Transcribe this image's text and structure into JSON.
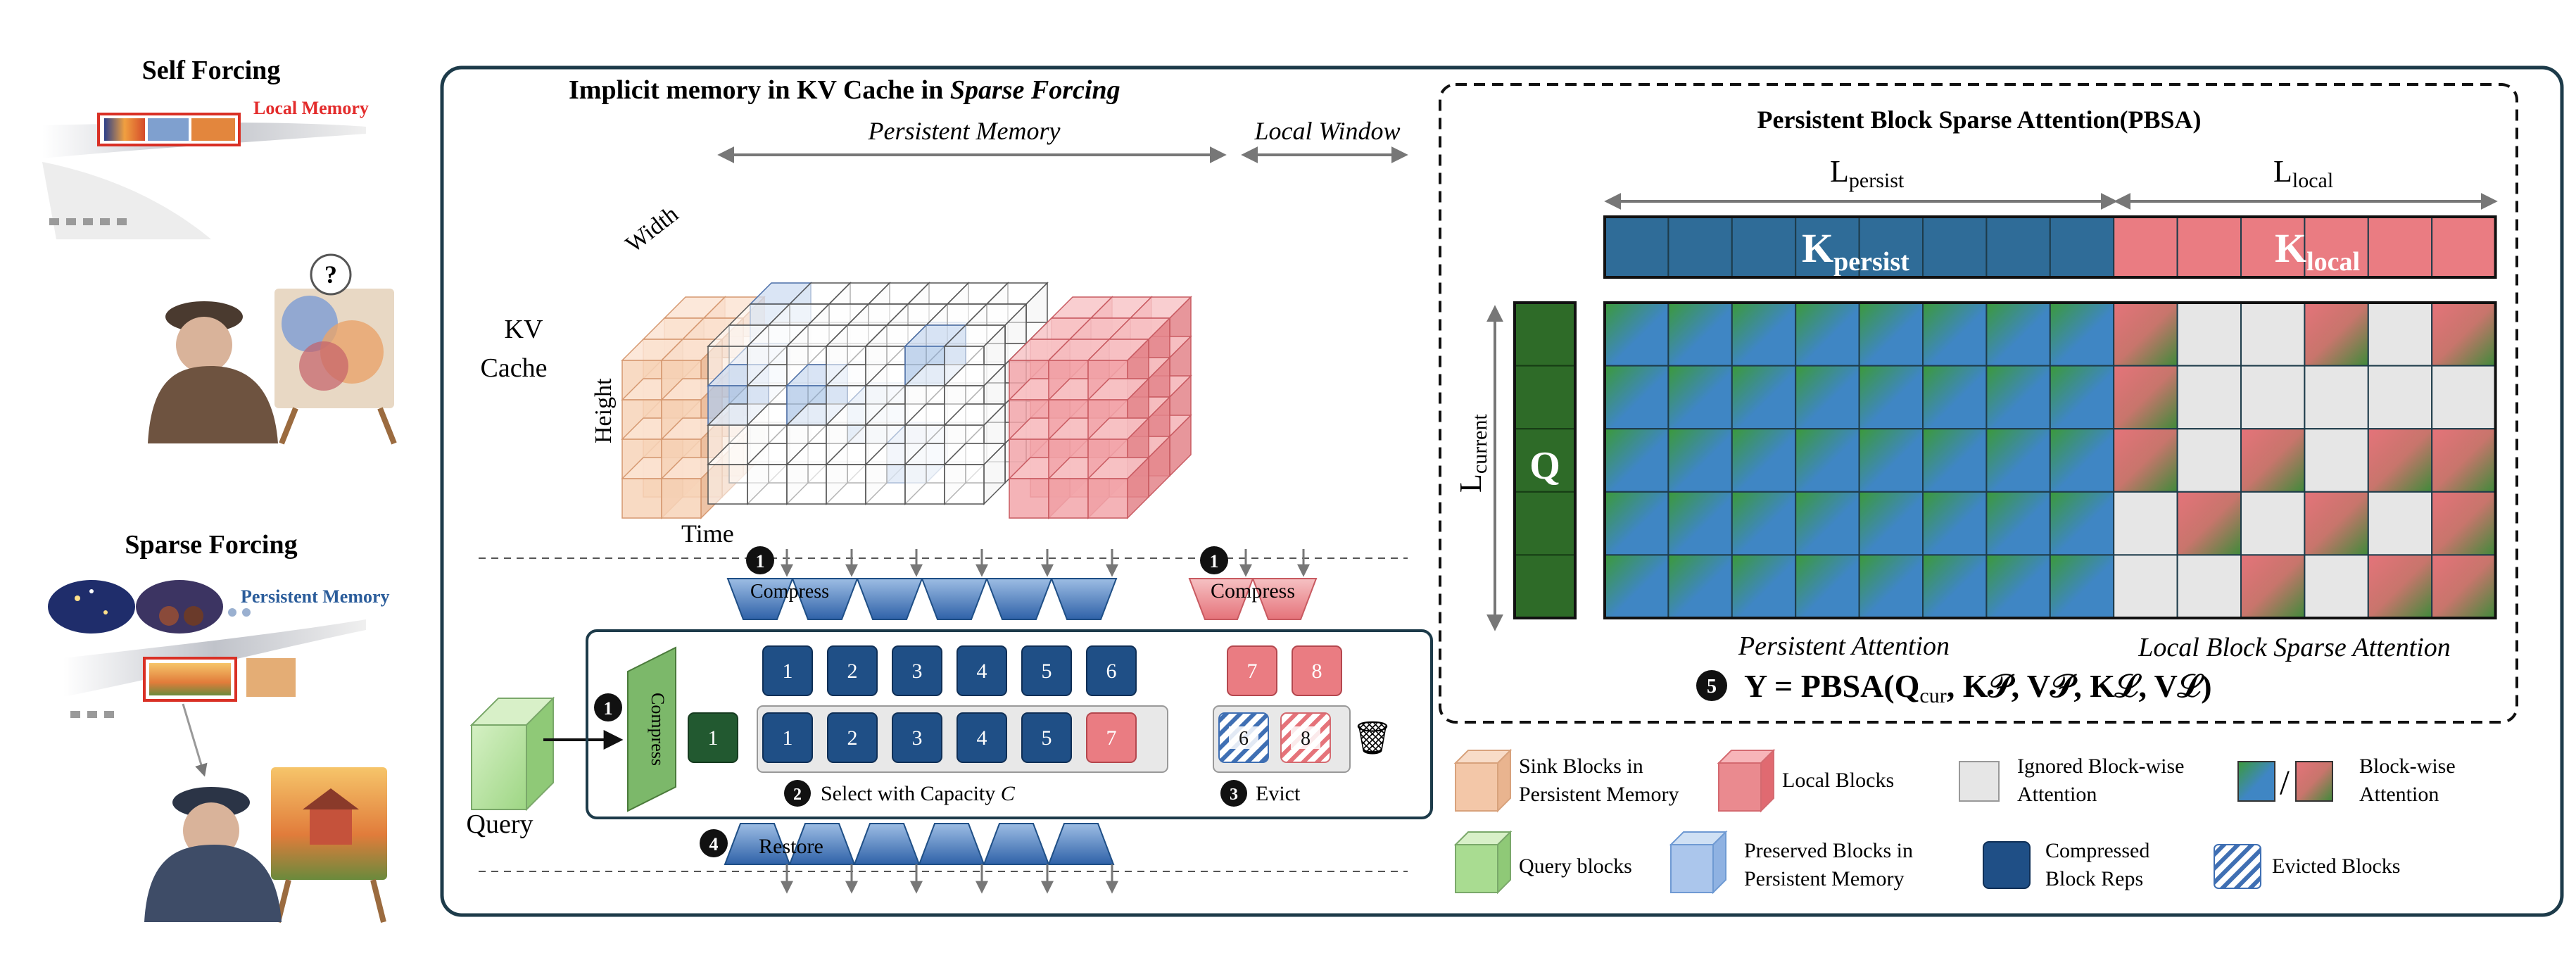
{
  "left_panel": {
    "self_forcing_title": "Self Forcing",
    "local_memory_label": "Local Memory",
    "sparse_forcing_title": "Sparse Forcing",
    "persistent_memory_label": "Persistent Memory",
    "question_mark": "?"
  },
  "kv_panel": {
    "title_plain": "Implicit memory in KV Cache in ",
    "title_italic": "Sparse Forcing",
    "persistent_memory_label": "Persistent Memory",
    "local_window_label": "Local Window",
    "kv_label": "KV",
    "cache_label": "Cache",
    "width_label": "Width",
    "height_label": "Height",
    "time_label": "Time",
    "compress_label": "Compress",
    "restore_label": "Restore",
    "query_label": "Query",
    "compress_vertical_label": "Compress",
    "select_label": "Select with Capacity ",
    "select_capacity_symbol": "C",
    "evict_label": "Evict",
    "step_1": "1",
    "step_2": "2",
    "step_3": "3",
    "step_4": "4",
    "query_compressed_block": "1",
    "top_row_blocks": [
      "1",
      "2",
      "3",
      "4",
      "5",
      "6"
    ],
    "top_local_blocks": [
      "7",
      "8"
    ],
    "selected_blocks": [
      "1",
      "2",
      "3",
      "4",
      "5",
      "7"
    ],
    "evicted_blocks": [
      "6",
      "8"
    ],
    "trash_icon": "🗑"
  },
  "pbsa_panel": {
    "title": "Persistent Block Sparse Attention(PBSA)",
    "l_persist": "L",
    "l_persist_sub": "persist",
    "l_local": "L",
    "l_local_sub": "local",
    "l_current": "L",
    "l_current_sub": "current",
    "k_persist": "K",
    "k_persist_sub": "persist",
    "k_local": "K",
    "k_local_sub": "local",
    "q_label": "Q",
    "persistent_attention": "Persistent Attention",
    "local_block_sparse_attention": "Local Block Sparse Attention",
    "step_5": "5",
    "equation": "Y = PBSA(Q",
    "equation_sub_cur": "cur",
    "equation_rest": ", K𝒫, V𝒫, Kℒ, Vℒ)",
    "local_attention_mask": [
      [
        1,
        0,
        0,
        1,
        0,
        1
      ],
      [
        1,
        0,
        0,
        0,
        0,
        0
      ],
      [
        1,
        0,
        1,
        0,
        1,
        1
      ],
      [
        0,
        1,
        0,
        1,
        0,
        1
      ],
      [
        0,
        0,
        1,
        0,
        1,
        1
      ]
    ]
  },
  "legend": {
    "sink_blocks": "Sink Blocks in\nPersistent Memory",
    "local_blocks": "Local Blocks",
    "ignored_attention": "Ignored Block-wise\nAttention",
    "blockwise_attention": "Block-wise\nAttention",
    "slash": "/",
    "query_blocks": "Query blocks",
    "preserved_blocks": "Preserved Blocks in\nPersistent Memory",
    "compressed_reps": "Compressed\nBlock Reps",
    "evicted_blocks": "Evicted Blocks"
  },
  "colors": {
    "persist_blue": "#2f6c98",
    "dark_blue": "#1f4f86",
    "local_red": "#ea7c82",
    "sink_orange": "#f3c7a8",
    "query_green": "#a9dc91",
    "attention_green": "#4a8a3c",
    "ignored_gray": "#e6e6e6"
  }
}
